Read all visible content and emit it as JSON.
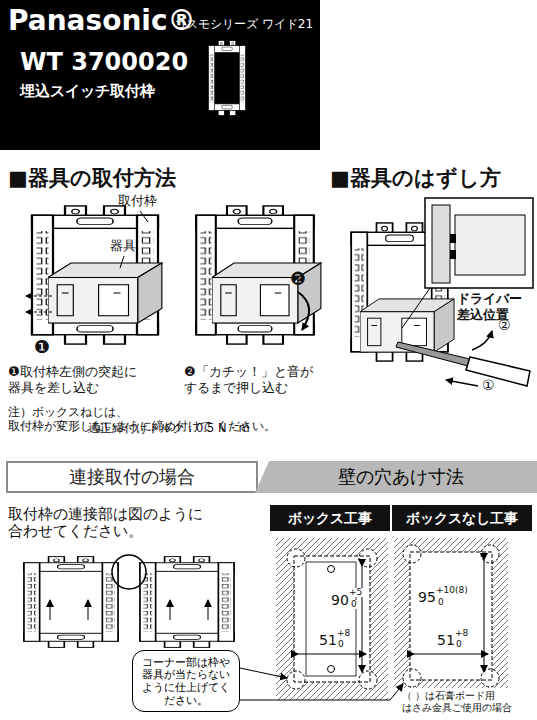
{
  "diagram": {
    "nodes": [
      {
        "text": [
          "Panasonic®",
          "コスモシリーズ ワイド21",
          "WT 3700020",
          "埋込スイッチ取付枠"
        ]
      },
      {
        "text": [
          "連接取付の場合"
        ]
      },
      {
        "text": [
          "壁の穴あけ寸法"
        ]
      },
      {
        "text": [
          "ボックス工事"
        ]
      },
      {
        "text": [
          "ボックスなし工事"
        ]
      },
      {
        "text": [
          "コーナー部は枠や 器具が当たらない ように仕上げてく ださい。"
        ]
      }
    ],
    "labels": [
      "■器具の取付方法",
      "■器具のはずし方",
      "取付枠",
      "器具",
      "❶",
      "❷",
      "❶取付枠左側の突起に 器具を差し込む",
      "❷「カチッ！」と音が するまで押し込む",
      "注）ボックスねじは、取付枠が変形しないように締め付けて ください。",
      "適正締付けトルク：0.5 N・m",
      "ドライバー 差込位置",
      "②",
      "①",
      "取付枠の連接部は図のように 合わせてください。",
      "90",
      "+5",
      "0",
      "51",
      "+8",
      "0",
      "95",
      "+10(8)",
      "0",
      "51",
      "+8",
      "0",
      "（ ）は石膏ボード用 はさみ金具ご使用の場合"
    ]
  }
}
